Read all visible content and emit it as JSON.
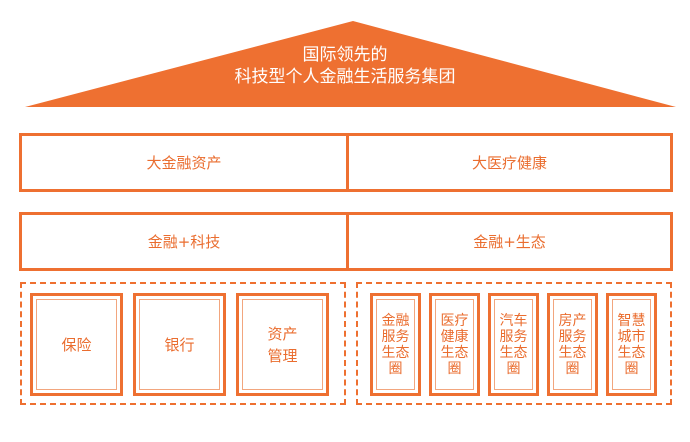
{
  "title": {
    "line1": "国际领先的",
    "line2": "科技型个人金融生活服务集团"
  },
  "row1": {
    "left": "大金融资产",
    "right": "大医疗健康"
  },
  "row2": {
    "left": "金融+科技",
    "right": "金融+生态"
  },
  "left_group": [
    "保险",
    "银行",
    "资产管理"
  ],
  "right_group": [
    "金融服务生态圈",
    "医疗健康生态圈",
    "汽车服务生态圈",
    "房产服务生态圈",
    "智慧城市生态圈"
  ],
  "colors": {
    "accent": "#ee7031",
    "text": "#ea6d2f"
  }
}
